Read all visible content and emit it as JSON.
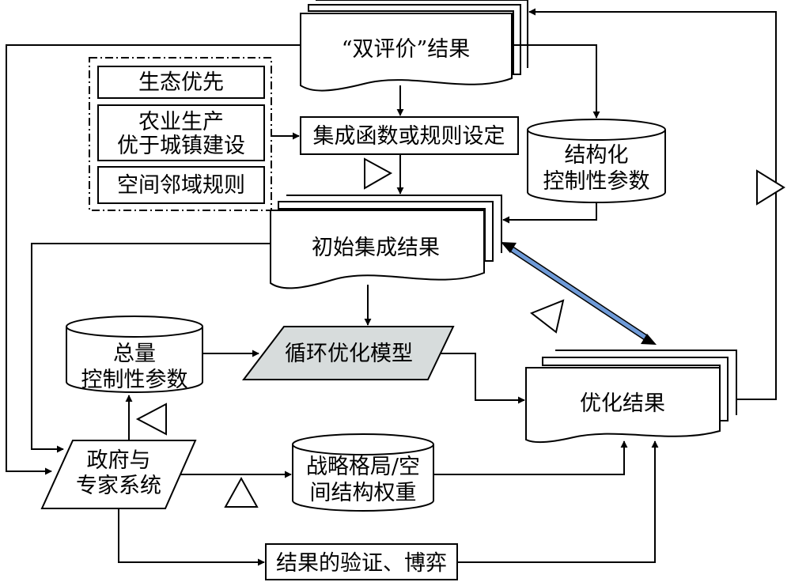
{
  "nodes": {
    "eval_result": "“双评价”结果",
    "eco_priority": "生态优先",
    "agri_first_line1": "农业生产",
    "agri_first_line2": "优于城镇建设",
    "spatial_rule": "空间邻域规则",
    "integration_rule": "集成函数或规则设定",
    "struct_param_line1": "结构化",
    "struct_param_line2": "控制性参数",
    "initial_result": "初始集成结果",
    "total_param_line1": "总量",
    "total_param_line2": "控制性参数",
    "loop_model": "循环优化模型",
    "opt_result": "优化结果",
    "gov_system_line1": "政府与",
    "gov_system_line2": "专家系统",
    "strategy_line1": "战略格局/空",
    "strategy_line2": "间结构权重",
    "validation": "结果的验证、博弈"
  },
  "colors": {
    "line": "#000000",
    "model_fill": "#d7dcdc",
    "double_arrow": "#6f9bd8"
  }
}
